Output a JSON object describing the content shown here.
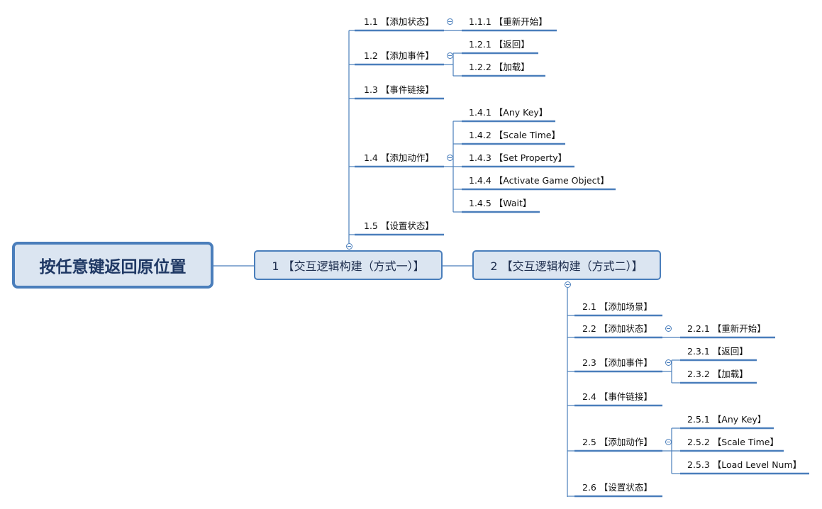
{
  "colors": {
    "line": "#4a7ebb",
    "underline": "#4a7ebb",
    "root_fill": "#dbe5f1",
    "root_text": "#1f3864"
  },
  "root": {
    "label": "按任意键返回原位置"
  },
  "branch1": {
    "label": "1 【交互逻辑构建（方式一）】",
    "children": [
      {
        "label": "1.1 【添加状态】",
        "children": [
          {
            "label": "1.1.1 【重新开始】"
          }
        ]
      },
      {
        "label": "1.2 【添加事件】",
        "children": [
          {
            "label": "1.2.1 【返回】"
          },
          {
            "label": "1.2.2 【加载】"
          }
        ]
      },
      {
        "label": "1.3 【事件链接】"
      },
      {
        "label": "1.4 【添加动作】",
        "children": [
          {
            "label": "1.4.1 【Any Key】"
          },
          {
            "label": "1.4.2 【Scale Time】"
          },
          {
            "label": "1.4.3 【Set Property】"
          },
          {
            "label": "1.4.4 【Activate Game Object】"
          },
          {
            "label": "1.4.5 【Wait】"
          }
        ]
      },
      {
        "label": "1.5 【设置状态】"
      }
    ]
  },
  "branch2": {
    "label": "2 【交互逻辑构建（方式二）】",
    "children": [
      {
        "label": "2.1 【添加场景】"
      },
      {
        "label": "2.2 【添加状态】",
        "children": [
          {
            "label": "2.2.1 【重新开始】"
          }
        ]
      },
      {
        "label": "2.3 【添加事件】",
        "children": [
          {
            "label": "2.3.1 【返回】"
          },
          {
            "label": "2.3.2 【加载】"
          }
        ]
      },
      {
        "label": "2.4 【事件链接】"
      },
      {
        "label": "2.5 【添加动作】",
        "children": [
          {
            "label": "2.5.1 【Any Key】"
          },
          {
            "label": "2.5.2 【Scale Time】"
          },
          {
            "label": "2.5.3 【Load Level Num】"
          }
        ]
      },
      {
        "label": "2.6 【设置状态】"
      }
    ]
  }
}
